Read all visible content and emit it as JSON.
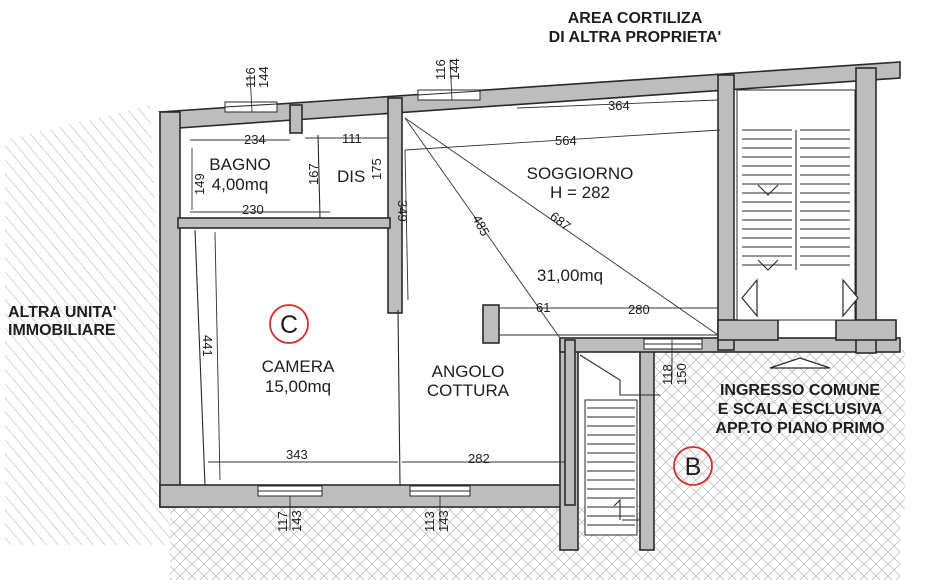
{
  "labels": {
    "area_cortiliza_1": "AREA CORTILIZA",
    "area_cortiliza_2": "DI ALTRA PROPRIETA'",
    "altra_unita_1": "ALTRA UNITA'",
    "altra_unita_2": "IMMOBILIARE",
    "ingresso_1": "INGRESSO COMUNE",
    "ingresso_2": "E SCALA ESCLUSIVA",
    "ingresso_3": "APP.TO PIANO PRIMO"
  },
  "rooms": {
    "bagno_name": "BAGNO",
    "bagno_area": "4,00mq",
    "dis": "DIS",
    "soggiorno_name": "SOGGIORNO",
    "soggiorno_h": "H = 282",
    "soggiorno_area": "31,00mq",
    "camera_name": "CAMERA",
    "camera_area": "15,00mq",
    "angolo_1": "ANGOLO",
    "angolo_2": "COTTURA"
  },
  "markers": {
    "c": "C",
    "b": "B",
    "color": "#d0312d"
  },
  "dims": {
    "top_left_window_a": "116",
    "top_left_window_b": "144",
    "top_mid_window_a": "116",
    "top_mid_window_b": "144",
    "bagno_width": "234",
    "dis_width": "111",
    "bagno_height": "149",
    "bagno_door": "167",
    "dis_height": "175",
    "bagno_bottom": "230",
    "soggiorno_top": "364",
    "soggiorno_mid": "564",
    "wall_349": "349",
    "diag_485": "485",
    "diag_687": "687",
    "seg_61": "61",
    "seg_280": "280",
    "camera_height": "441",
    "camera_width": "343",
    "cottura_width": "282",
    "right_window_a": "118",
    "right_window_b": "150",
    "bottom_left_window_a": "117",
    "bottom_left_window_b": "143",
    "bottom_mid_window_a": "113",
    "bottom_mid_window_b": "143"
  }
}
